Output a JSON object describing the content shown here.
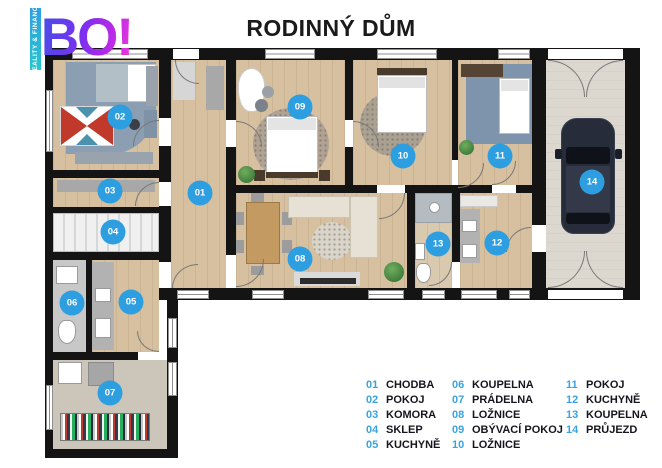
{
  "title": "RODINNÝ DŮM",
  "logo": {
    "text": "BO!",
    "tagline": "REALITY & FINANCE"
  },
  "plan": {
    "type": "floor_plan",
    "rooms": [
      {
        "num": "01",
        "name": "CHODBA"
      },
      {
        "num": "02",
        "name": "POKOJ"
      },
      {
        "num": "03",
        "name": "KOMORA"
      },
      {
        "num": "04",
        "name": "SKLEP"
      },
      {
        "num": "05",
        "name": "KUCHYNĚ"
      },
      {
        "num": "06",
        "name": "KOUPELNA"
      },
      {
        "num": "07",
        "name": "PRÁDELNA"
      },
      {
        "num": "08",
        "name": "LOŽNICE"
      },
      {
        "num": "09",
        "name": "OBÝVACÍ POKOJ"
      },
      {
        "num": "10",
        "name": "LOŽNICE"
      },
      {
        "num": "11",
        "name": "POKOJ"
      },
      {
        "num": "12",
        "name": "KUCHYNĚ"
      },
      {
        "num": "13",
        "name": "KOUPELNA"
      },
      {
        "num": "14",
        "name": "PRŮJEZD"
      }
    ]
  },
  "colors": {
    "badge_blue": "#2D9EE0",
    "legend_number_blue": "#3AA3DF",
    "wall_black": "#141414",
    "title_text": "#1A1A1A",
    "legend_label": "#15151E"
  }
}
